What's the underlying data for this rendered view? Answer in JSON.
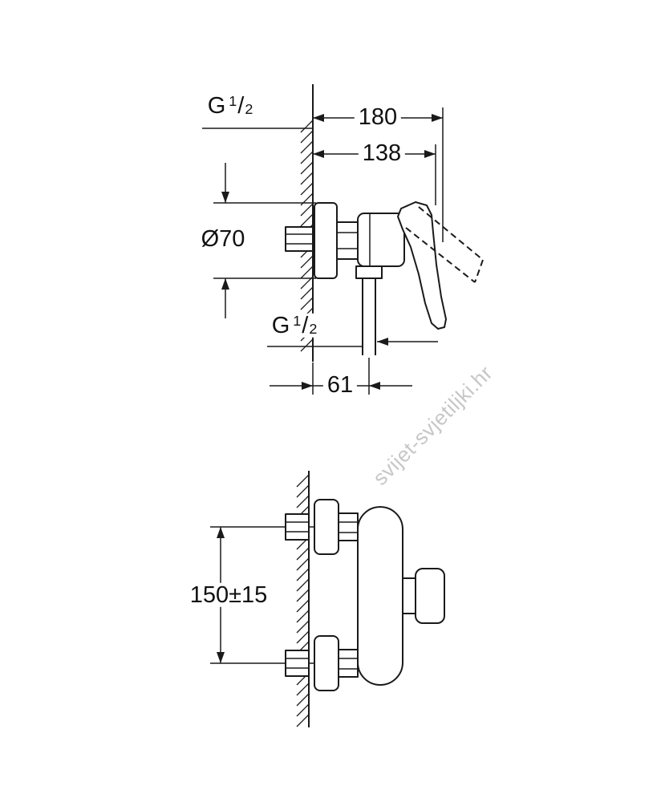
{
  "drawing": {
    "watermark_text": "svijet-svjetiljki.hr",
    "side_view": {
      "wall_to_handle_depth": "180",
      "wall_to_body_depth": "138",
      "escutcheon_diameter": "Ø70",
      "outlet_offset": "61",
      "inlet_thread": {
        "prefix": "G",
        "numerator": "1",
        "slash": "/",
        "denominator": "2"
      },
      "outlet_thread": {
        "prefix": "G",
        "numerator": "1",
        "slash": "/",
        "denominator": "2"
      }
    },
    "plan_view": {
      "inlet_spacing": "150±15"
    }
  }
}
